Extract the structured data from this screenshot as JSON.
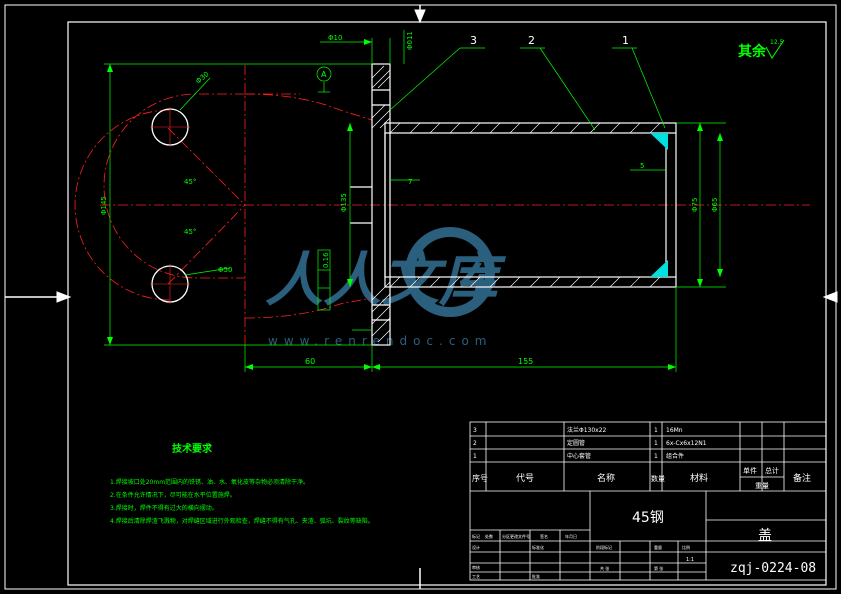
{
  "colors": {
    "background": "#000000",
    "frame": "#ffffff",
    "part": "#ffffff",
    "dimension": "#00ff00",
    "centerline": "#ff2020",
    "weld": "#00e0e0",
    "notes": "#00ff00",
    "watermark": "#3a7fa8"
  },
  "drawing": {
    "roughness_label": "其余",
    "roughness_value": "12.5",
    "balloons": [
      "3",
      "2",
      "1"
    ],
    "dims": {
      "flange_width": "Φ10",
      "hole_dia": "Φ011",
      "flange_height": "Φ145",
      "bore_dia": "Φ135",
      "inner_dia": "Φ75",
      "outer_dia": "Φ65",
      "pcd_dia": "Φ30",
      "slot_dia": "Φ50",
      "angle1": "45°",
      "angle2": "45°",
      "tol_label": "0.16",
      "gap": "5",
      "step": "7",
      "left_len": "60",
      "right_len": "155",
      "datum": "A"
    }
  },
  "notes": {
    "title": "技术要求",
    "items": [
      "1.焊接坡口处20mm范围内的铁锈、油、水、氧化皮等杂物必须清除干净。",
      "2.在条件允许情况下，尽可能在水平位置施焊。",
      "3.焊接时，焊件不得有过大的横向摆动。",
      "4.焊接后清除焊渣飞溅物，对焊缝区域进行外观检查，焊缝不得有气孔、夹渣、弧坑、裂纹等缺陷。"
    ]
  },
  "bom": {
    "rows": [
      {
        "no": "3",
        "name": "法兰Φ130x22",
        "qty": "1",
        "material": "16Mn"
      },
      {
        "no": "2",
        "name": "定圆管",
        "qty": "1",
        "material": "6x-Cx6x12N1"
      },
      {
        "no": "1",
        "name": "中心套管",
        "qty": "1",
        "material": "组合件"
      }
    ],
    "header": {
      "no": "序号",
      "code": "代号",
      "name": "名称",
      "qty": "数量",
      "material": "材料",
      "unit": "单件",
      "total": "总计",
      "weight": "重量",
      "remark": "备注"
    }
  },
  "titleblock": {
    "material": "45钢",
    "part_name": "盖",
    "drawing_no": "zqj-0224-08",
    "scale": "1:1",
    "small_labels": [
      "标记",
      "处数",
      "分区",
      "更改文件号",
      "签名",
      "年月日",
      "设计",
      "标准化",
      "审核",
      "工艺",
      "批准",
      "阶段标记",
      "重量",
      "比例",
      "共 张",
      "第 张"
    ]
  },
  "watermark": {
    "text": "人人文库",
    "url": "www.renrendoc.com"
  }
}
